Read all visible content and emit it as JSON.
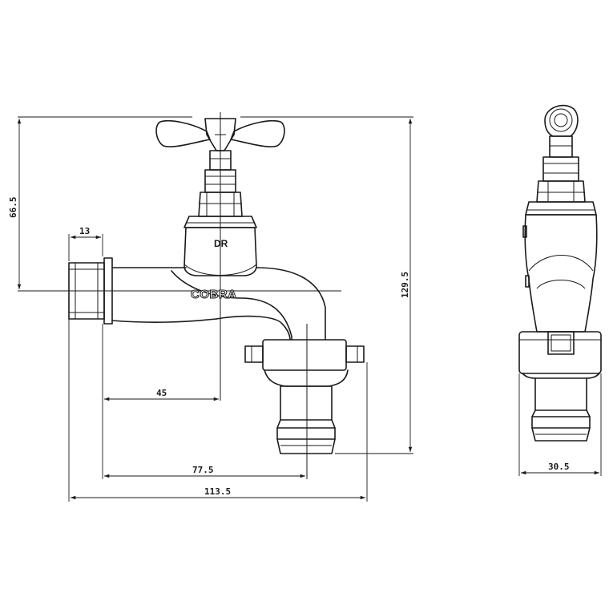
{
  "diagram": {
    "brand_text": "COBRA",
    "body_mark": "DR",
    "dimensions": {
      "inlet_thread_length": "13",
      "axis_to_spindle": "45",
      "axis_to_outlet": "77.5",
      "overall_length": "113.5",
      "overall_height": "129.5",
      "handle_to_axis_height": "66.5",
      "side_width": "30.5"
    }
  }
}
